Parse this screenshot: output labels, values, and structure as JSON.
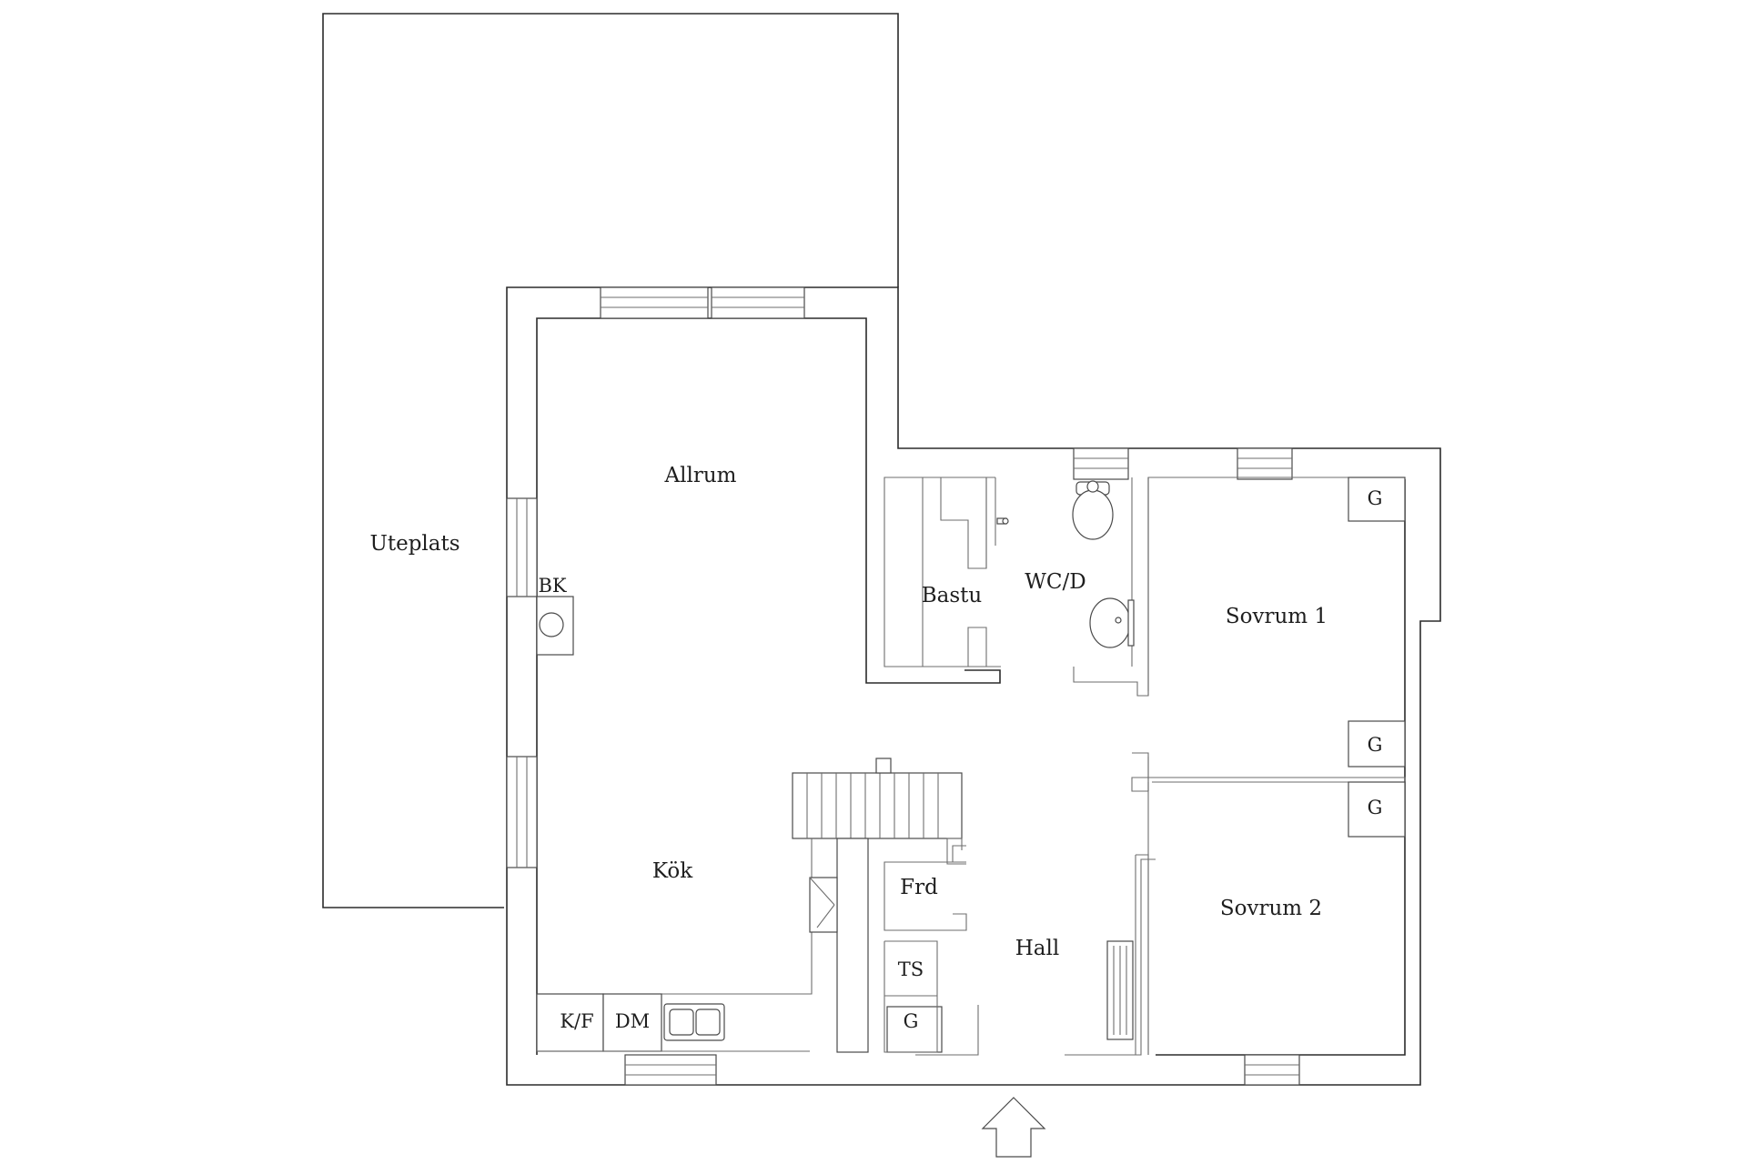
{
  "rooms": {
    "uteplats": "Uteplats",
    "allrum": "Allrum",
    "kok": "Kök",
    "bastu": "Bastu",
    "wcd": "WC/D",
    "sovrum1": "Sovrum 1",
    "sovrum2": "Sovrum 2",
    "hall": "Hall",
    "frd": "Frd"
  },
  "fixtures": {
    "bk": "BK",
    "kf": "K/F",
    "dm": "DM",
    "ts": "TS",
    "g": "G"
  },
  "colors": {
    "line": "#2b2b2b",
    "background": "#ffffff"
  }
}
